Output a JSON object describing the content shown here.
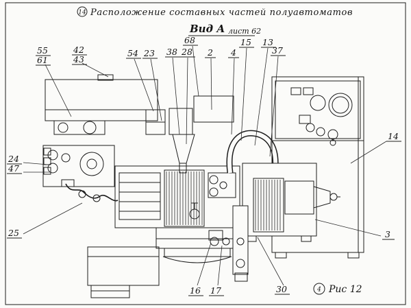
{
  "figure": {
    "title_number": "14",
    "title": "Расположение составных частей полуавтоматов",
    "view_label": "Вид А",
    "sheet_label": "лист 62",
    "fig_number": "4",
    "fig_label": "Рис 12"
  },
  "callouts": {
    "c55": "55",
    "c61": "61",
    "c42": "42",
    "c43": "43",
    "c54": "54",
    "c23": "23",
    "c38": "38",
    "c28": "28",
    "c68": "68",
    "c2": "2",
    "c4": "4",
    "c15": "15",
    "c13": "13",
    "c37": "37",
    "c14": "14",
    "c24": "24",
    "c47": "47",
    "c25": "25",
    "c16": "16",
    "c17": "17",
    "c30": "30",
    "c3": "3"
  },
  "colors": {
    "ink": "#1c1c1c",
    "paper": "#fbfbf9"
  }
}
